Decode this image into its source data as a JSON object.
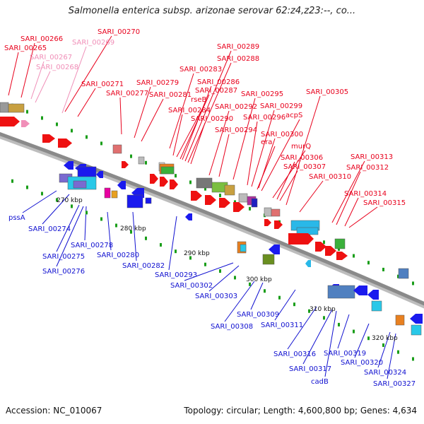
{
  "title": "Salmonella enterica subsp. arizonae serovar 62:z4,z23:--, co...",
  "footer": {
    "accession": "Accession: NC_010067",
    "topology": "Topology: circular; Length: 4,600,800 bp; Genes: 4,634"
  },
  "colors": {
    "forward_label": "#e8001c",
    "forward_pseudo_label": "#f08fb8",
    "reverse_label": "#1010d0",
    "reverse_rna_label": "#29b8e8",
    "backbone": "#8a8a8a",
    "tick": "#1a9e1a",
    "forward_arrow": "#ee1111",
    "reverse_arrow": "#1a1aee"
  },
  "scale_labels": [
    "270 kbp",
    "280 kbp",
    "290 kbp",
    "300 kbp",
    "310 kbp",
    "320 kbp"
  ],
  "forward_genes": [
    "SARI_00266",
    "SARI_00265",
    "SARI_00267",
    "SARI_00268",
    "SARI_00270",
    "SARI_00269",
    "SARI_00271",
    "SARI_00277",
    "SARI_00279",
    "SARI_00281",
    "SARI_00283",
    "SARI_00289",
    "SARI_00288",
    "SARI_00286",
    "SARI_00287",
    "rseB",
    "SARI_00284",
    "SARI_00290",
    "SARI_00292",
    "SARI_00295",
    "SARI_00294",
    "SARI_00296",
    "SARI_00299",
    "acpS",
    "SARI_00300",
    "era",
    "murQ",
    "SARI_00305",
    "SARI_00306",
    "SARI_00307",
    "SARI_00310",
    "SARI_00313",
    "SARI_00312",
    "SARI_00314",
    "SARI_00315"
  ],
  "reverse_genes": [
    "pssA",
    "SARI_00274",
    "SARI_00278",
    "SARI_00275",
    "SARI_00276",
    "SARI_00280",
    "SARI_00282",
    "SARI_00293",
    "SARI_00302",
    "SARI_00303",
    "SARI_00309",
    "SARI_00308",
    "SARI_00311",
    "SARI_00316",
    "SARI_00317",
    "cadB",
    "SARI_00319",
    "SARI_00320",
    "SARI_00324",
    "SARI_00327"
  ]
}
